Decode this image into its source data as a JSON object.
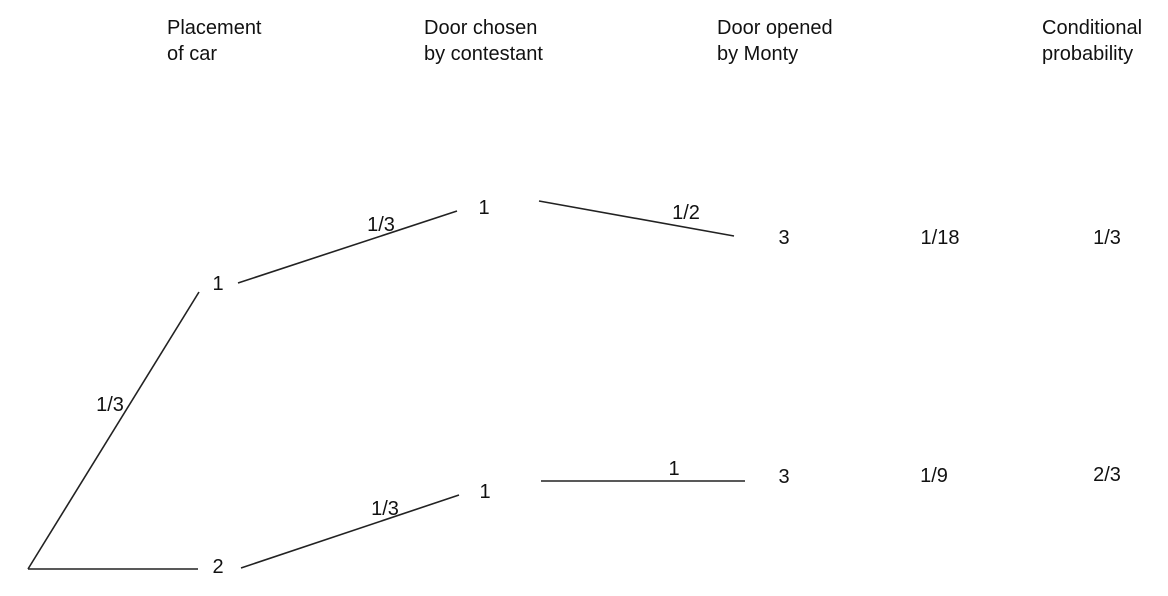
{
  "headers": {
    "car": "Placement\nof car",
    "chosen": "Door chosen\nby contestant",
    "opened": "Door opened\nby Monty",
    "conditional": "Conditional\nprobability"
  },
  "tree": {
    "car_upper": "1",
    "car_lower": "2",
    "chosen_upper": "1",
    "chosen_lower": "1",
    "opened_upper": "3",
    "opened_lower": "3",
    "edge_root_to_car1": "1/3",
    "edge_car1_to_chosen": "1/3",
    "edge_car2_to_chosen": "1/3",
    "edge_chosen_to_opened_upper": "1/2",
    "edge_chosen_to_opened_lower": "1"
  },
  "results": {
    "joint_upper": "1/18",
    "joint_lower": "1/9",
    "conditional_upper": "1/3",
    "conditional_lower": "2/3"
  },
  "colors": {
    "line": "#222222",
    "text": "#111111",
    "background": "#ffffff"
  }
}
